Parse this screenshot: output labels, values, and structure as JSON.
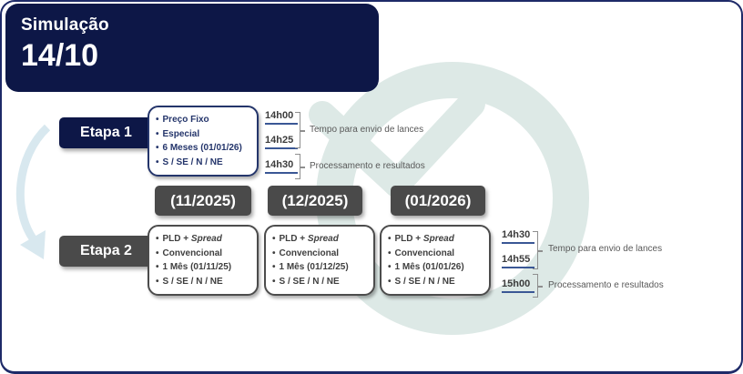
{
  "header": {
    "title": "Simulação",
    "date": "14/10"
  },
  "etapa1": {
    "label": "Etapa 1",
    "bullets": [
      "Preço Fixo",
      "Especial",
      "6 Meses (01/01/26)",
      "S / SE / N / NE"
    ],
    "times": [
      "14h00",
      "14h25",
      "14h30"
    ],
    "annotations": [
      "Tempo para envio de lances",
      "Processamento e resultados"
    ]
  },
  "months": [
    "(11/2025)",
    "(12/2025)",
    "(01/2026)"
  ],
  "etapa2": {
    "label": "Etapa 2",
    "cards": [
      {
        "pld_prefix": "PLD + ",
        "pld_italic": "Spread",
        "product": "Convencional",
        "duration": "1 Mês (01/11/25)",
        "submarkets": "S / SE / N / NE"
      },
      {
        "pld_prefix": "PLD + ",
        "pld_italic": "Spread",
        "product": "Convencional",
        "duration": "1 Mês (01/12/25)",
        "submarkets": "S / SE / N / NE"
      },
      {
        "pld_prefix": "PLD + ",
        "pld_italic": "Spread",
        "product": "Convencional",
        "duration": "1 Mês (01/01/26)",
        "submarkets": "S / SE / N / NE"
      }
    ],
    "times": [
      "14h30",
      "14h55",
      "15h00"
    ],
    "annotations": [
      "Tempo para envio de lances",
      "Processamento e resultados"
    ]
  },
  "icons": {
    "watermark": "clock-icon",
    "left_arrow": "curved-arrow-down-icon"
  },
  "colors": {
    "navy": "#0d1747",
    "dark_gray": "#4a4a4a",
    "underline_blue": "#3a5795",
    "border_navy": "#1e2a68",
    "watermark_teal": "#dde9e6",
    "arrow_blue": "#d8e8ef"
  }
}
